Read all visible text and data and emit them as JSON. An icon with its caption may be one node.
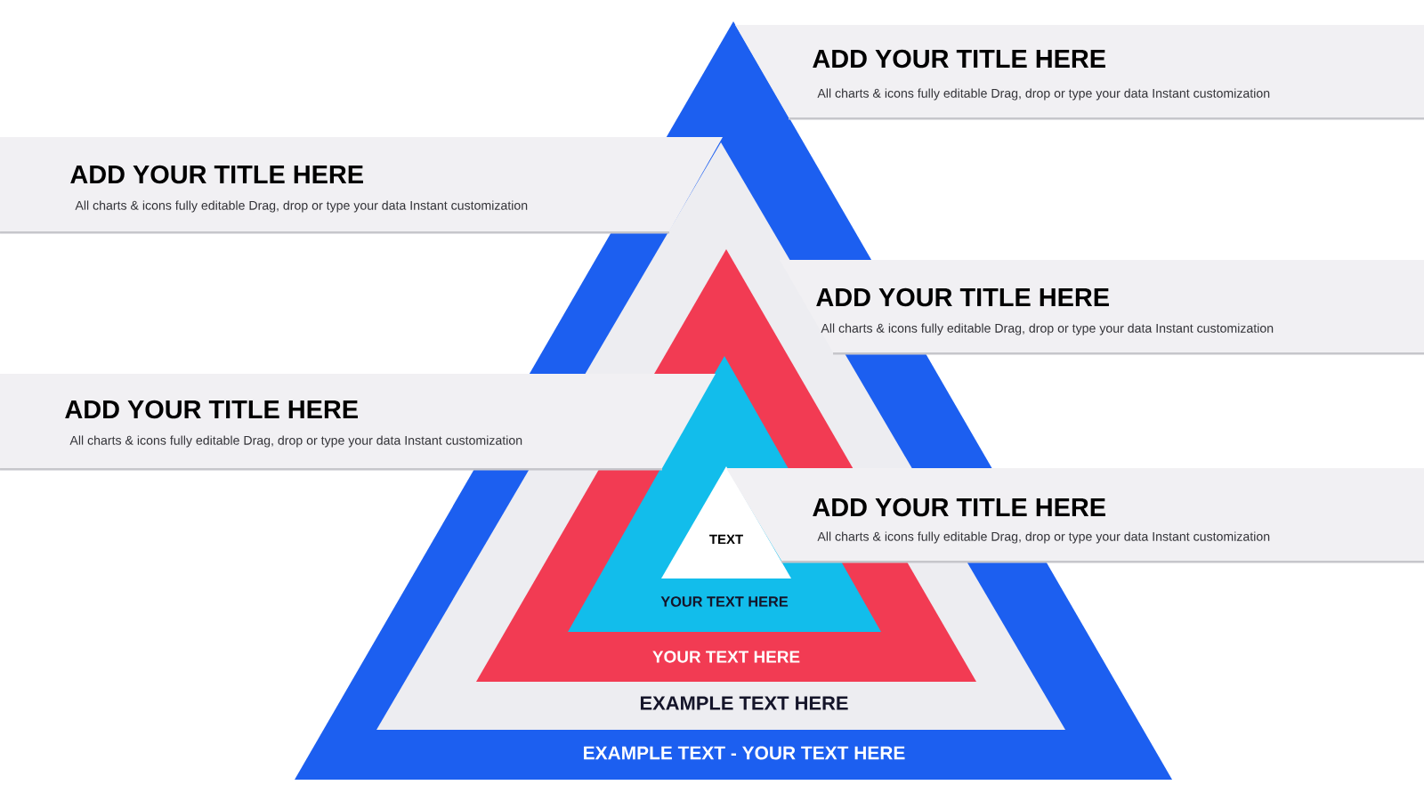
{
  "diagram": {
    "nodes": [
      {
        "text": [
          "ADD YOUR TITLE HERE",
          "All charts & icons fully editable Drag, drop or type your data Instant customization"
        ]
      },
      {
        "text": [
          "ADD YOUR TITLE HERE",
          "All charts & icons fully editable Drag, drop or type your data Instant customization"
        ]
      },
      {
        "text": [
          "ADD YOUR TITLE HERE",
          "All charts & icons fully editable Drag, drop or type your data Instant customization"
        ]
      },
      {
        "text": [
          "ADD YOUR TITLE HERE",
          "All charts & icons fully editable Drag, drop or type your data Instant customization"
        ]
      },
      {
        "text": [
          "ADD YOUR TITLE HERE",
          "All charts & icons fully editable Drag, drop or type your data Instant customization"
        ]
      },
      {
        "text": [
          "EXAMPLE TEXT - YOUR TEXT HERE"
        ]
      },
      {
        "text": [
          "EXAMPLE TEXT HERE"
        ],
        "in": 5
      },
      {
        "text": [
          "YOUR TEXT HERE"
        ],
        "in": 6
      },
      {
        "text": [
          "YOUR TEXT HERE"
        ],
        "in": 7
      },
      {
        "text": [
          "TEXT"
        ],
        "in": 8
      }
    ]
  }
}
